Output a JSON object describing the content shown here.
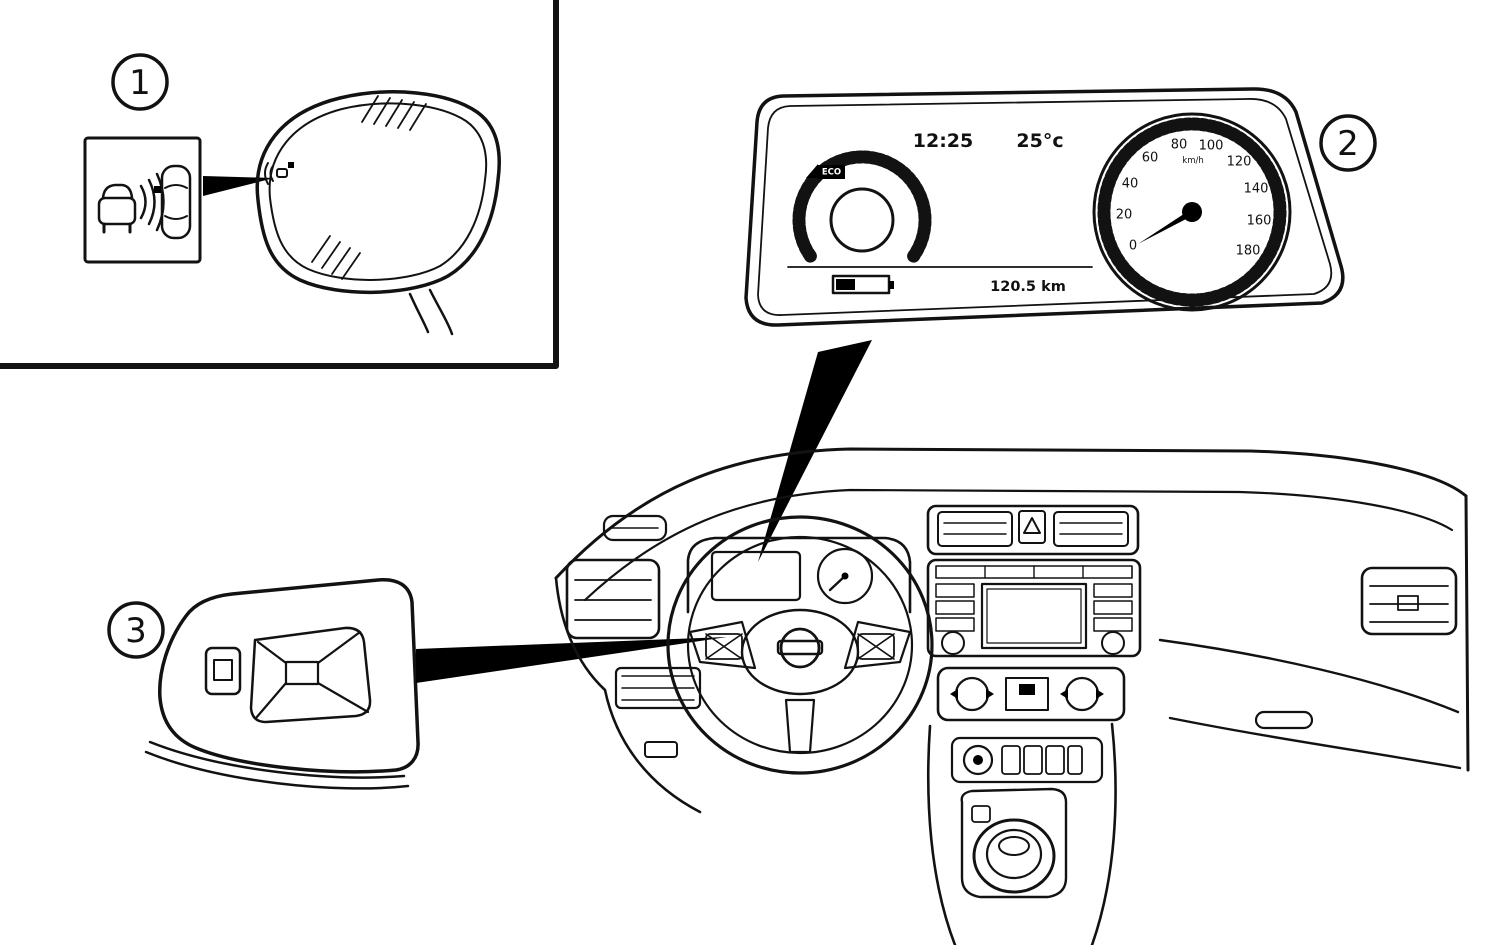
{
  "figure": {
    "callouts": {
      "one": "1",
      "two": "2",
      "three": "3"
    },
    "cluster": {
      "time": "12:25",
      "temperature": "25°c",
      "odometer": "120.5 km",
      "speed_unit": "km/h",
      "eco_label": "ECO",
      "speed_ticks": [
        "0",
        "20",
        "40",
        "60",
        "80",
        "100",
        "120",
        "140",
        "160",
        "180"
      ]
    },
    "colors": {
      "line": "#121212",
      "arrow_fill": "#000000",
      "background": "#ffffff"
    }
  }
}
